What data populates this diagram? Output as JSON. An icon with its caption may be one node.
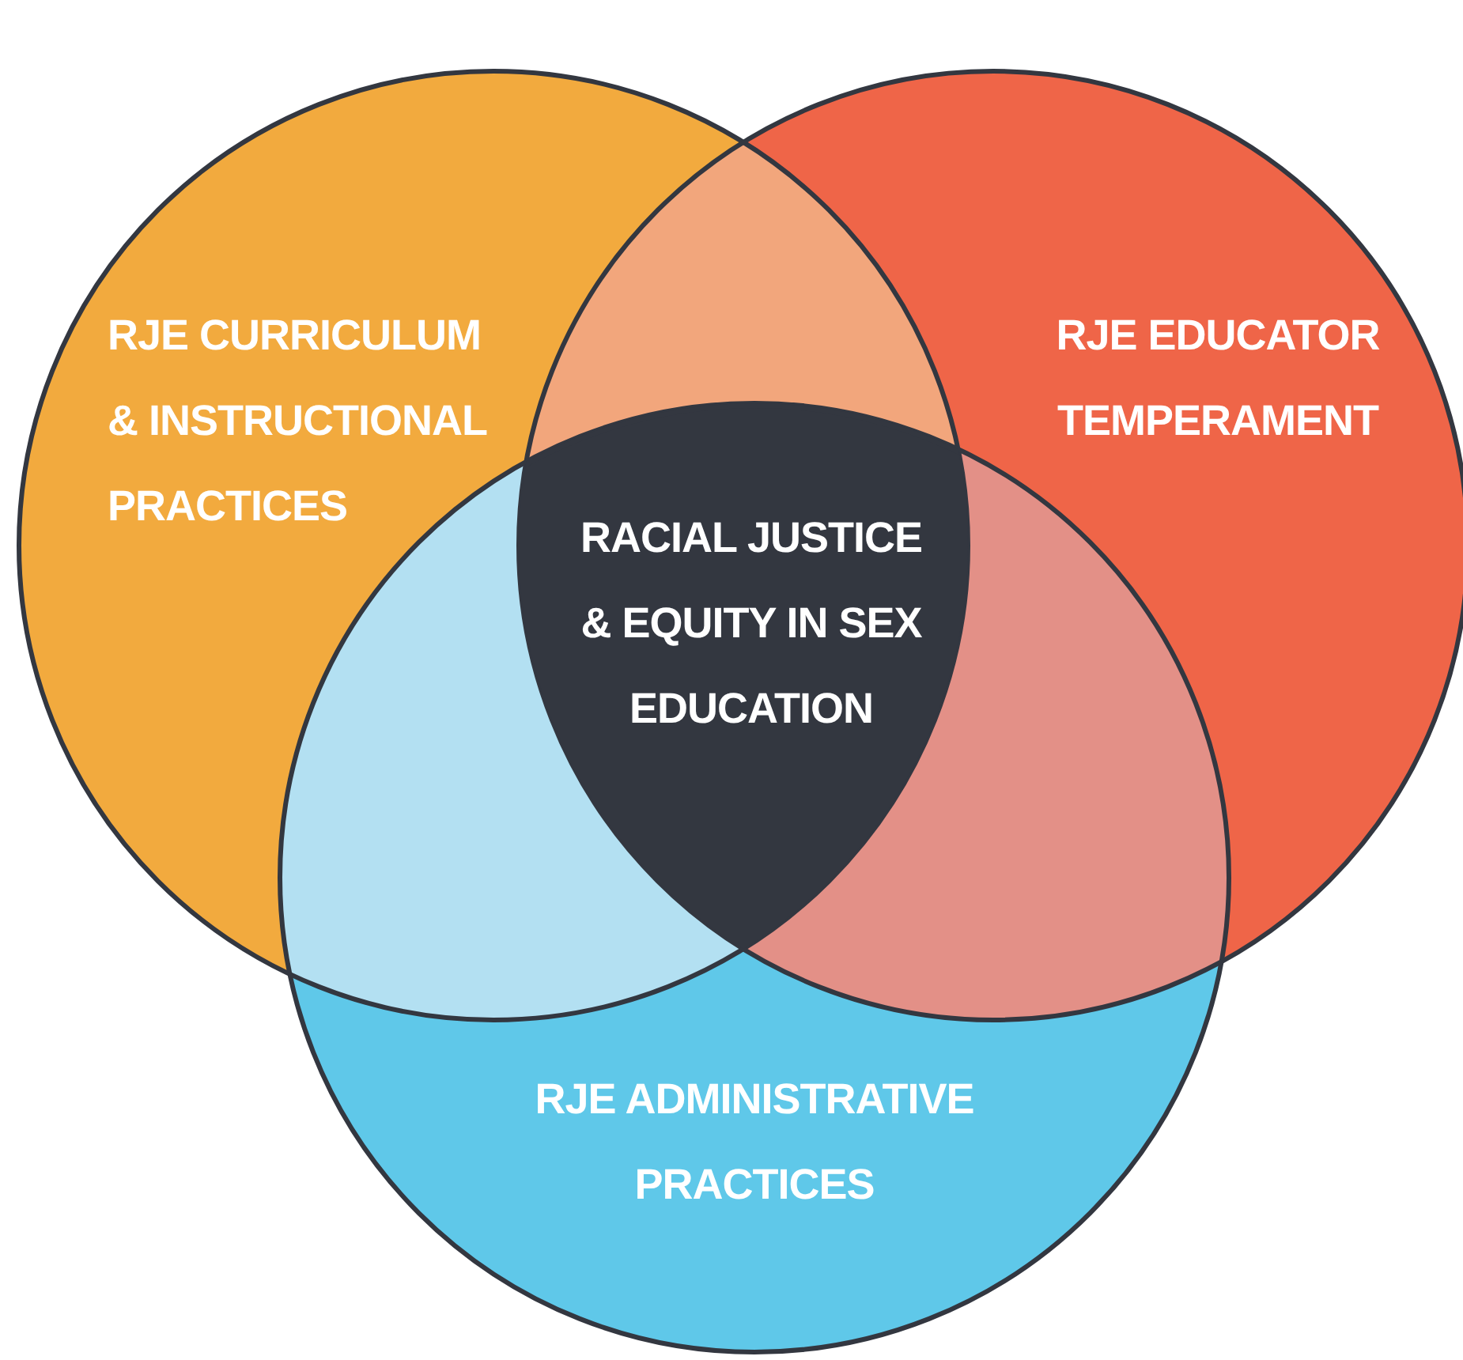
{
  "diagram": {
    "nodes": [
      {
        "text": [
          "RJE CURRICULUM & INSTRUCTIONAL PRACTICES"
        ]
      },
      {
        "text": [
          "RJE EDUCATOR TEMPERAMENT"
        ]
      },
      {
        "text": [
          "RJE ADMINISTRATIVE PRACTICES"
        ]
      },
      {
        "text": [
          "RACIAL JUSTICE & EQUITY IN SEX EDUCATION"
        ]
      }
    ],
    "edges": []
  }
}
